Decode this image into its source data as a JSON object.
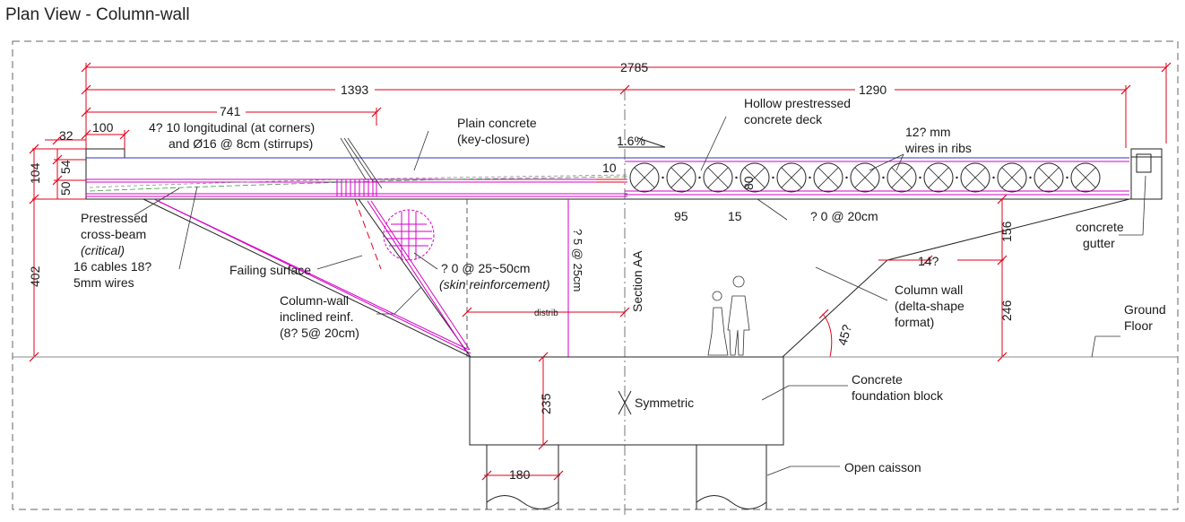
{
  "title": "Plan View - Column-wall",
  "dimensions": {
    "total": "2785",
    "left": "1393",
    "right": "1290",
    "d741": "741",
    "d100": "100",
    "d32": "32",
    "d104": "104",
    "d54": "54",
    "d50": "50",
    "d402": "402",
    "d10": "10",
    "d80": "80",
    "d95": "95",
    "d15": "15",
    "d156": "156",
    "d14": "14?",
    "d246": "246",
    "d45": "45?",
    "d235": "235",
    "d180": "180",
    "slope": "1.6%"
  },
  "labels": {
    "longitudinal_1": "4? 10 longitudinal (at corners)",
    "longitudinal_2": "and Ø16 @ 8cm (stirrups)",
    "plain_concrete_1": "Plain concrete",
    "plain_concrete_2": "(key-closure)",
    "hollow_deck_1": "Hollow prestressed",
    "hollow_deck_2": "concrete deck",
    "wires_1": "12?   mm",
    "wires_2": "wires in ribs",
    "cross_beam_1": "Prestressed",
    "cross_beam_2": "cross-beam",
    "cross_beam_3": "(critical)",
    "cross_beam_4": "16 cables 18?",
    "cross_beam_5": "5mm wires",
    "failing_surface": "Failing surface",
    "skin_1": "?   0 @ 25~50cm",
    "skin_2": "(skin reinforcement)",
    "vertical_bars": "?   5 @ 25cm",
    "section_aa": "Section AA",
    "distrib": "distrib",
    "rib_bars": "?   0 @ 20cm",
    "gutter_1": "concrete",
    "gutter_2": "gutter",
    "column_wall_1": "Column wall",
    "column_wall_2": "(delta-shape",
    "column_wall_3": "format)",
    "inclined_1": "Column-wall",
    "inclined_2": "inclined reinf.",
    "inclined_3": "(8?   5@ 20cm)",
    "ground_1": "Ground",
    "ground_2": "Floor",
    "symmetric": "Symmetric",
    "foundation_1": "Concrete",
    "foundation_2": "foundation block",
    "caisson": "Open caisson"
  },
  "colors": {
    "dimension": "#e2001a",
    "reinforcement": "#d400c8",
    "cable": "#3030c0",
    "outline": "#222222"
  }
}
